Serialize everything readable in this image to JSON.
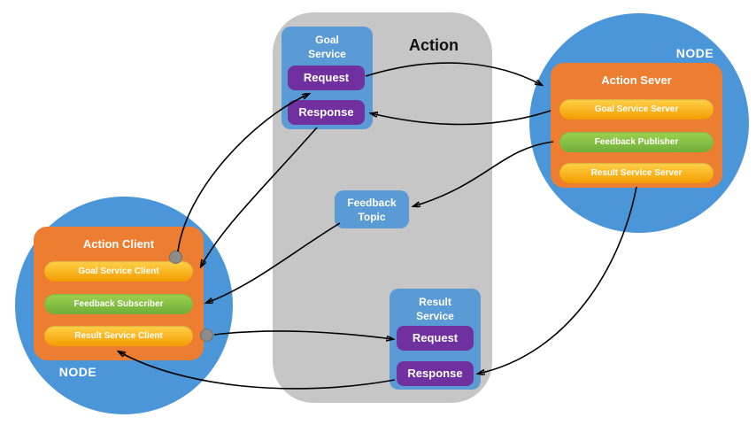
{
  "colors": {
    "node_blue": "#4a96d8",
    "service_blue": "#5b9bd5",
    "orange": "#ed7d31",
    "purple": "#7030a0",
    "panel_gray": "#c6c6c6",
    "pill_yellow_top": "#ffd24a",
    "pill_yellow_bottom": "#f39c00",
    "pill_green_top": "#9ed24f",
    "pill_green_bottom": "#6fae3a",
    "arrow_black": "#000000",
    "dot_gray": "#8c8c8c"
  },
  "action_group": {
    "label": "Action"
  },
  "goal_service": {
    "title": "Goal Service",
    "request_label": "Request",
    "response_label": "Response"
  },
  "feedback_topic": {
    "title": "Feedback Topic"
  },
  "result_service": {
    "title": "Result Service",
    "request_label": "Request",
    "response_label": "Response"
  },
  "server_node": {
    "label": "NODE",
    "title": "Action Sever",
    "pills": [
      {
        "label": "Goal Service Server"
      },
      {
        "label": "Feedback Publisher"
      },
      {
        "label": "Result Service Server"
      }
    ]
  },
  "client_node": {
    "label": "NODE",
    "title": "Action Client",
    "pills": [
      {
        "label": "Goal Service Client"
      },
      {
        "label": "Feedback Subscriber"
      },
      {
        "label": "Result Service Client"
      }
    ]
  }
}
